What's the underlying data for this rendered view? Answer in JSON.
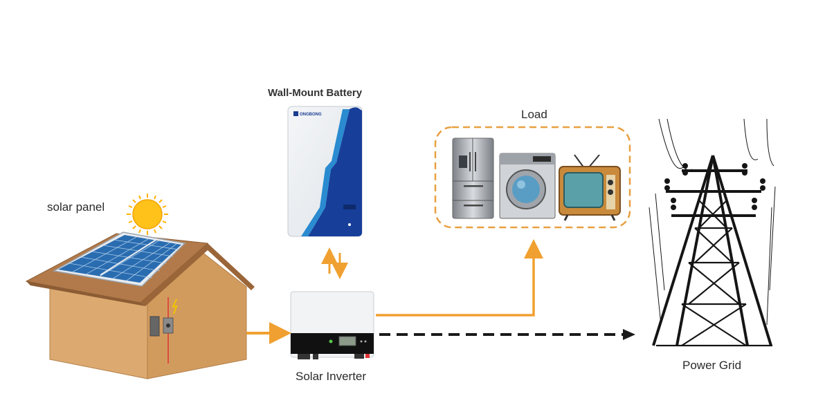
{
  "labels": {
    "battery": "Wall-Mount Battery",
    "load": "Load",
    "solar_panel": "solar panel",
    "inverter": "Solar Inverter",
    "grid": "Power Grid",
    "battery_brand": "ONGBONG"
  },
  "colors": {
    "arrow": "#f0a030",
    "dashed_line": "#1a1a1a",
    "load_border": "#e8a040",
    "house_wall": "#d9a66d",
    "roof": "#b07a4c",
    "solar_cell": "#2b6fb0",
    "battery_blue": "#173f9a",
    "sun": "#ffc21a"
  }
}
